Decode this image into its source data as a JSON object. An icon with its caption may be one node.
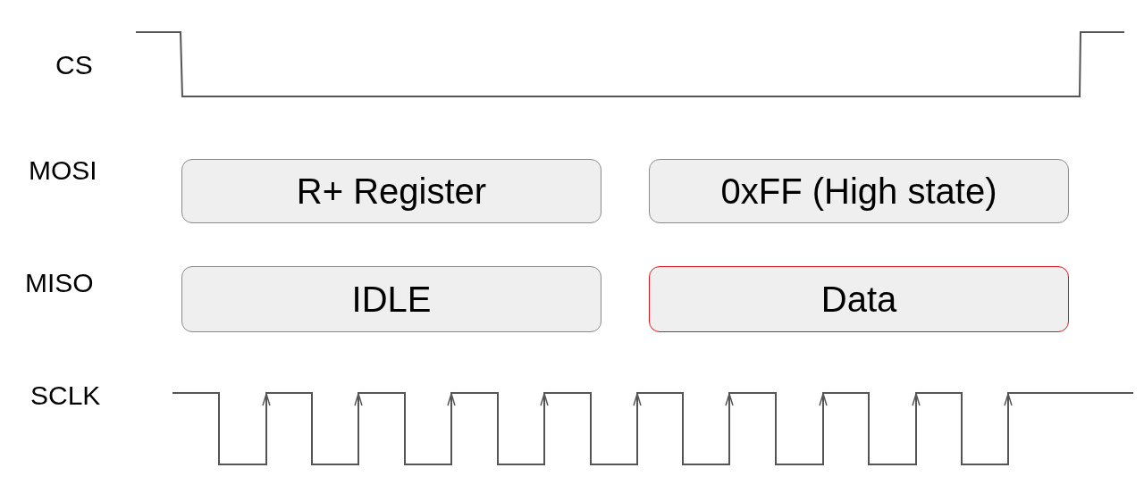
{
  "diagram": {
    "nodes": [
      {
        "text": [
          "R+ Register"
        ]
      },
      {
        "text": [
          "0xFF (High state)"
        ]
      },
      {
        "text": [
          "IDLE"
        ]
      },
      {
        "text": [
          "Data"
        ]
      }
    ],
    "labels": [
      "CS",
      "MOSI",
      "MISO",
      "SCLK"
    ]
  }
}
